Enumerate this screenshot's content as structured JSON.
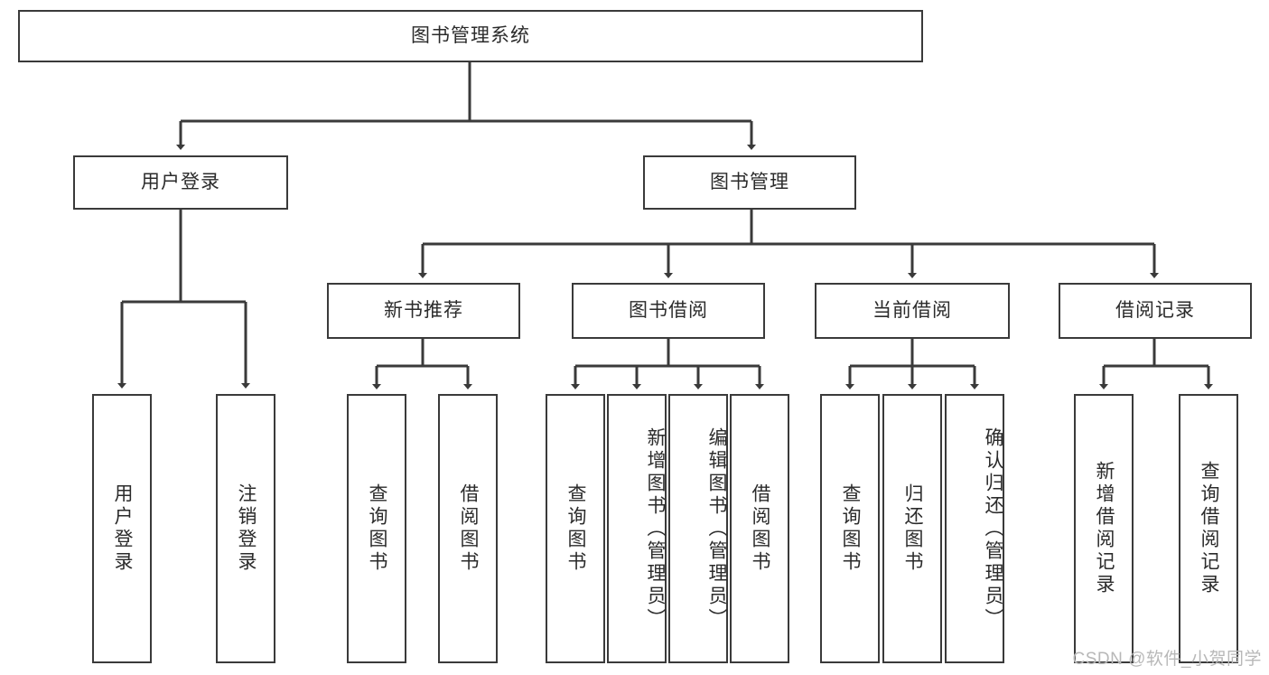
{
  "diagram": {
    "type": "tree-hierarchy",
    "title": "图书管理系统",
    "watermark": "CSDN @软件_小贺同学",
    "colors": {
      "box_border": "#3a3a3a",
      "line": "#3a3a3a",
      "background": "#ffffff",
      "text": "#2b2b2b",
      "watermark": "#b8b8b8"
    },
    "root": {
      "label": "图书管理系统",
      "orientation": "horizontal"
    },
    "level2": [
      {
        "label": "用户登录",
        "orientation": "horizontal"
      },
      {
        "label": "图书管理",
        "orientation": "horizontal"
      }
    ],
    "level3": [
      {
        "label": "新书推荐",
        "orientation": "horizontal",
        "parent": "图书管理"
      },
      {
        "label": "图书借阅",
        "orientation": "horizontal",
        "parent": "图书管理"
      },
      {
        "label": "当前借阅",
        "orientation": "horizontal",
        "parent": "图书管理"
      },
      {
        "label": "借阅记录",
        "orientation": "horizontal",
        "parent": "图书管理"
      }
    ],
    "leaves": {
      "user_login": [
        {
          "label": "用户登录",
          "orientation": "vertical"
        },
        {
          "label": "注销登录",
          "orientation": "vertical"
        }
      ],
      "new_book_recommend": [
        {
          "label": "查询图书",
          "orientation": "vertical"
        },
        {
          "label": "借阅图书",
          "orientation": "vertical"
        }
      ],
      "book_borrow": [
        {
          "label": "查询图书",
          "orientation": "vertical"
        },
        {
          "label": "新增图书（管理员）",
          "orientation": "vertical"
        },
        {
          "label": "编辑图书（管理员）",
          "orientation": "vertical"
        },
        {
          "label": "借阅图书",
          "orientation": "vertical"
        }
      ],
      "current_borrow": [
        {
          "label": "查询图书",
          "orientation": "vertical"
        },
        {
          "label": "归还图书",
          "orientation": "vertical"
        },
        {
          "label": "确认归还（管理员）",
          "orientation": "vertical"
        }
      ],
      "borrow_record": [
        {
          "label": "新增借阅记录",
          "orientation": "vertical"
        },
        {
          "label": "查询借阅记录",
          "orientation": "vertical"
        }
      ]
    }
  }
}
